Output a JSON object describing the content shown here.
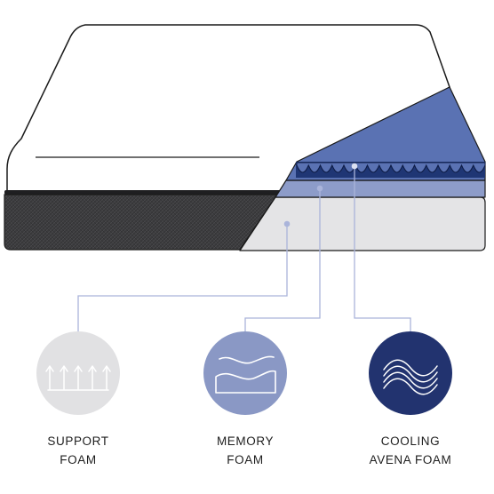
{
  "colors": {
    "cover": "#ffffff",
    "outline": "#1a1a1a",
    "base_fabric": "#3a3a3c",
    "support_foam": "#e4e4e6",
    "memory_foam": "#8d9cc9",
    "cooling_foam": "#5a72b3",
    "cooling_wave": "#1f3674",
    "leader_line": "#aab4da",
    "support_icon_bg": "#e1e1e3",
    "memory_icon_bg": "#8a98c5",
    "cooling_icon_bg": "#22336f"
  },
  "layers": [
    {
      "id": "support",
      "label_line1": "SUPPORT",
      "label_line2": "FOAM",
      "icon": "arrows-up-icon"
    },
    {
      "id": "memory",
      "label_line1": "MEMORY",
      "label_line2": "FOAM",
      "icon": "memory-foam-wave-icon"
    },
    {
      "id": "cooling",
      "label_line1": "COOLING",
      "label_line2": "AVENA FOAM",
      "icon": "cooling-wave-icon"
    }
  ]
}
